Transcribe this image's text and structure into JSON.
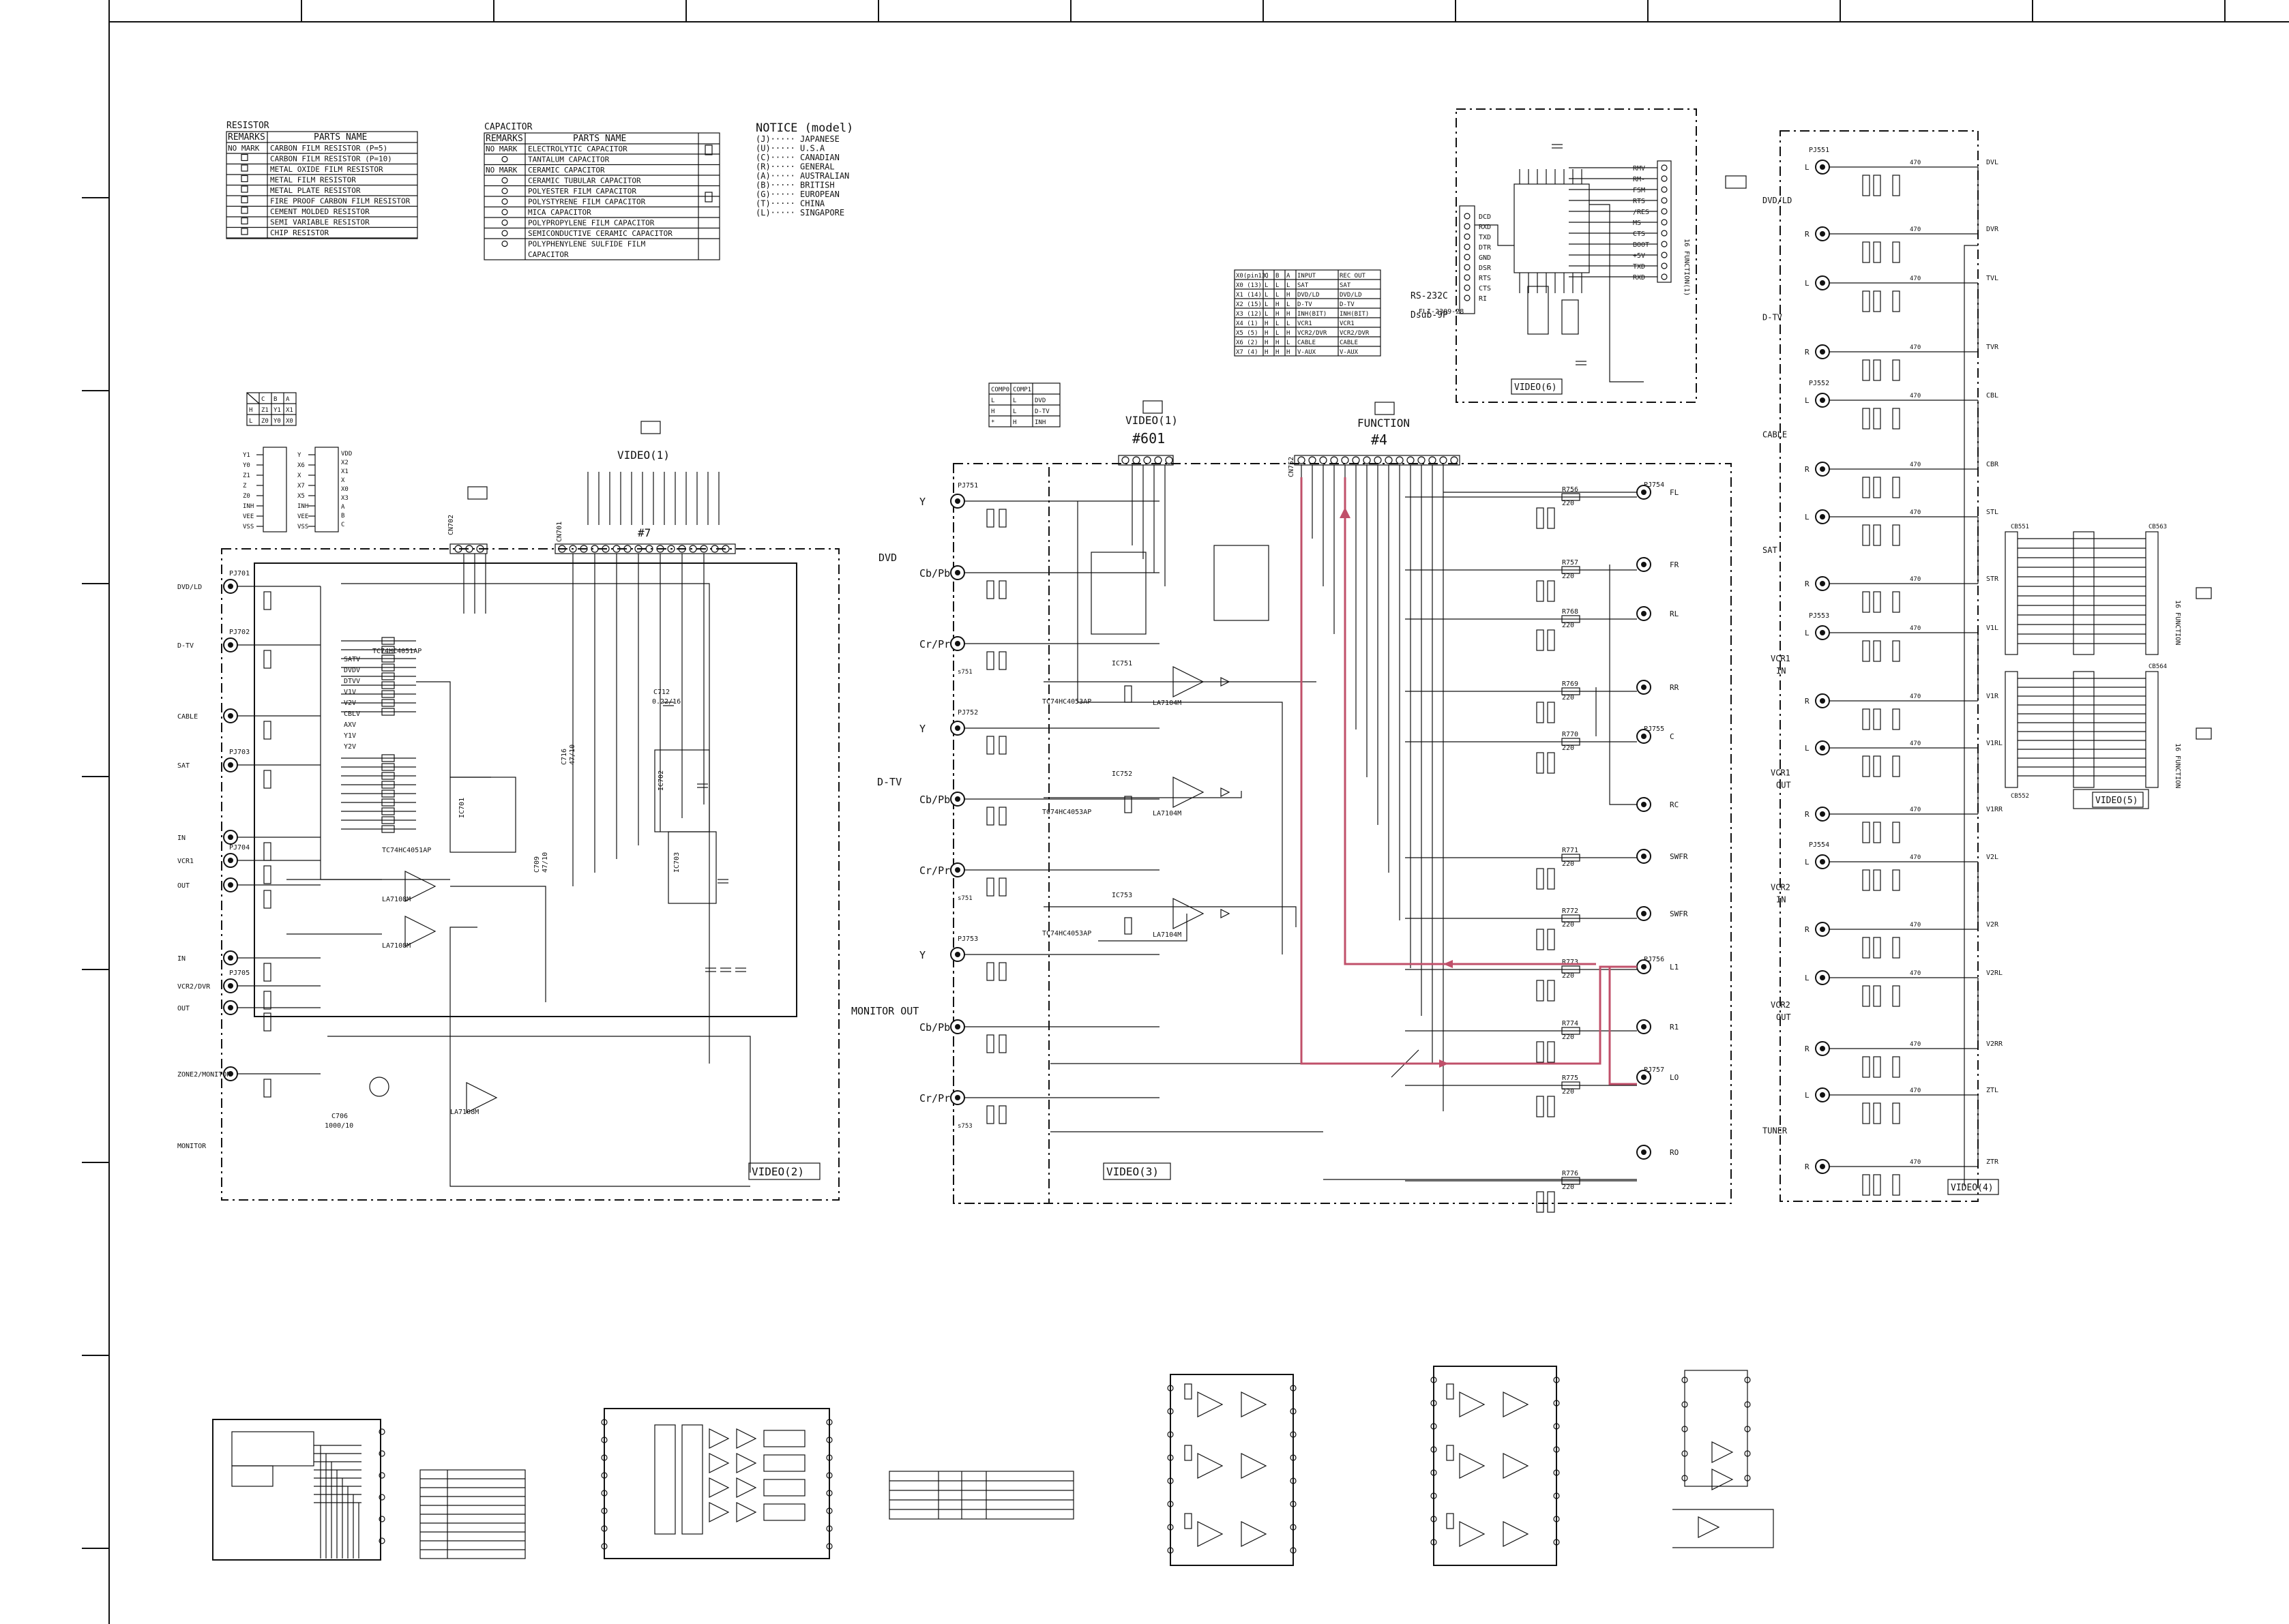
{
  "legend_resistor": {
    "title": "RESISTOR",
    "col_remarks": "REMARKS",
    "col_parts": "PARTS  NAME",
    "rows": [
      {
        "mark": "NO MARK",
        "name": "CARBON FILM RESISTOR  (P=5)"
      },
      {
        "mark": "",
        "name": "CARBON FILM RESISTOR  (P=10)"
      },
      {
        "mark": "",
        "name": "METAL OXIDE FILM RESISTOR"
      },
      {
        "mark": "",
        "name": "METAL FILM RESISTOR"
      },
      {
        "mark": "",
        "name": "METAL PLATE RESISTOR"
      },
      {
        "mark": "",
        "name": "FIRE PROOF CARBON FILM RESISTOR"
      },
      {
        "mark": "",
        "name": "CEMENT MOLDED RESISTOR"
      },
      {
        "mark": "",
        "name": "SEMI VARIABLE RESISTOR"
      },
      {
        "mark": "",
        "name": "CHIP RESISTOR"
      }
    ]
  },
  "legend_capacitor": {
    "title": "CAPACITOR",
    "col_remarks": "REMARKS",
    "col_parts": "PARTS  NAME",
    "rows": [
      {
        "mark": "NO MARK",
        "name": "ELECTROLYTIC CAPACITOR"
      },
      {
        "mark": "",
        "name": "TANTALUM CAPACITOR"
      },
      {
        "mark": "NO MARK",
        "name": "CERAMIC CAPACITOR"
      },
      {
        "mark": "",
        "name": "CERAMIC TUBULAR CAPACITOR"
      },
      {
        "mark": "",
        "name": "POLYESTER FILM CAPACITOR"
      },
      {
        "mark": "",
        "name": "POLYSTYRENE FILM CAPACITOR"
      },
      {
        "mark": "",
        "name": "MICA CAPACITOR"
      },
      {
        "mark": "",
        "name": "POLYPROPYLENE FILM CAPACITOR"
      },
      {
        "mark": "",
        "name": "SEMICONDUCTIVE CERAMIC CAPACITOR"
      },
      {
        "mark": "",
        "name": "POLYPHENYLENE SULFIDE FILM"
      },
      {
        "mark": "",
        "name": "CAPACITOR"
      }
    ]
  },
  "notice": {
    "title": "NOTICE  (model)",
    "lines": [
      "(J)····· JAPANESE",
      "(U)····· U.S.A",
      "(C)····· CANADIAN",
      "(R)····· GENERAL",
      "(A)····· AUSTRALIAN",
      "(B)····· BRITISH",
      "(G)····· EUROPEAN",
      "(T)····· CHINA",
      "(L)····· SINGAPORE"
    ]
  },
  "truth_table": {
    "header": [
      "X0(pin13)",
      "C",
      "B",
      "A",
      "INPUT",
      "REC OUT"
    ],
    "rows": [
      [
        "X0 (13)",
        "L",
        "L",
        "L",
        "SAT",
        "SAT"
      ],
      [
        "X1 (14)",
        "L",
        "L",
        "H",
        "DVD/LD",
        "DVD/LD"
      ],
      [
        "X2 (15)",
        "L",
        "H",
        "L",
        "D-TV",
        "D-TV"
      ],
      [
        "X3 (12)",
        "L",
        "H",
        "H",
        "INH(BIT)",
        "INH(BIT)"
      ],
      [
        "X4 (1)",
        "H",
        "L",
        "L",
        "VCR1",
        "VCR1"
      ],
      [
        "X5 (5)",
        "H",
        "L",
        "H",
        "VCR2/DVR",
        "VCR2/DVR"
      ],
      [
        "X6 (2)",
        "H",
        "H",
        "L",
        "CABLE",
        "CABLE"
      ],
      [
        "X7 (4)",
        "H",
        "H",
        "H",
        "V-AUX",
        "V-AUX"
      ]
    ]
  },
  "comp_table": {
    "header": [
      "COMP0",
      "COMP1",
      ""
    ],
    "rows": [
      [
        "L",
        "L",
        "DVD"
      ],
      [
        "H",
        "L",
        "D-TV"
      ],
      [
        "*",
        "H",
        "INH"
      ]
    ]
  },
  "small_table": {
    "header": [
      "",
      "C",
      "B",
      "A"
    ],
    "rows": [
      [
        "H",
        "Z1",
        "Y1",
        "X1"
      ],
      [
        "L",
        "Z0",
        "Y0",
        "X0"
      ]
    ]
  },
  "ic_pins_left": [
    "Y1",
    "Y0",
    "Z1",
    "Z",
    "Z0",
    "INH",
    "VEE",
    "VSS"
  ],
  "ic_pins_left2": [
    "Y",
    "X6",
    "X",
    "X7",
    "X5",
    "INH",
    "VEE",
    "VSS"
  ],
  "ic_pins_right": [
    "VDD",
    "X2",
    "X1",
    "X",
    "X0",
    "X3",
    "A",
    "B",
    "C"
  ],
  "video2": {
    "connector_title": "VIDEO(1)",
    "connector_num": "#7",
    "cn702": "CN702",
    "cn701": "CN701",
    "sheet_label": "VIDEO(2)",
    "inputs": [
      {
        "jack": "PJ701",
        "label": "DVD/LD"
      },
      {
        "jack": "PJ702",
        "label": "D-TV"
      },
      {
        "jack": "",
        "label": "CABLE"
      },
      {
        "jack": "PJ703",
        "label": "SAT"
      },
      {
        "jack": "",
        "label": "IN"
      },
      {
        "jack": "PJ704",
        "label": "VCR1"
      },
      {
        "jack": "",
        "label": "OUT"
      },
      {
        "jack": "",
        "label": "IN"
      },
      {
        "jack": "PJ705",
        "label": "VCR2/DVR"
      },
      {
        "jack": "",
        "label": "OUT"
      },
      {
        "jack": "",
        "label": "ZONE2/MONITOR"
      },
      {
        "jack": "",
        "label": "MONITOR"
      }
    ],
    "ic_labels": [
      "TC74HC4051AP",
      "IC701",
      "IC702",
      "IC703",
      "LA7108M",
      "TC74HC4051AP"
    ],
    "cap_labels": [
      "C712",
      "0.22/16",
      "C716",
      "47/10",
      "C709",
      "47/10",
      "C706",
      "1000/10"
    ],
    "net_labels": [
      "SATV",
      "DVDV",
      "DTVV",
      "V1V",
      "V2V",
      "CBLV",
      "AXV",
      "Y1V",
      "Y2V"
    ]
  },
  "video3": {
    "connector_title": "VIDEO(1)",
    "connector_num": "#601",
    "sheet_label": "VIDEO(3)",
    "groups": [
      {
        "name": "DVD",
        "jack": "PJ751",
        "pins": [
          "Y",
          "Cb/Pb",
          "Cr/Pr"
        ]
      },
      {
        "name": "D-TV",
        "jack": "PJ752",
        "pins": [
          "Y",
          "Cb/Pb",
          "Cr/Pr"
        ]
      },
      {
        "name": "MONITOR OUT",
        "jack": "PJ753",
        "pins": [
          "Y",
          "Cb/Pb",
          "Cr/Pr"
        ]
      }
    ],
    "ic_labels": [
      "IC751",
      "IC752",
      "IC753",
      "LA7104M",
      "TC74HC4053AP"
    ],
    "switches": [
      "s751",
      "s751",
      "s753"
    ]
  },
  "function4": {
    "title": "FUNCTION",
    "num": "#4",
    "cn": "CN752",
    "outputs": [
      {
        "jack": "PJ754",
        "pins": [
          "FL",
          "FR"
        ]
      },
      {
        "jack": "",
        "pins": [
          "RL",
          "RR"
        ]
      },
      {
        "jack": "PJ755",
        "pins": [
          "C",
          "RC"
        ]
      },
      {
        "jack": "",
        "pins": [
          "SWFR",
          "SWFR"
        ]
      },
      {
        "jack": "PJ756",
        "pins": [
          "L1",
          "R1"
        ]
      },
      {
        "jack": "PJ757",
        "pins": [
          "LO",
          "RO"
        ]
      }
    ],
    "resistors": [
      "R756",
      "R757",
      "R768",
      "R769",
      "R770",
      "R771",
      "R772",
      "R773",
      "R774",
      "R775",
      "R776"
    ],
    "resistor_value": "220"
  },
  "video6": {
    "title": "RS-232C",
    "subtitle": "Dsub-9P",
    "part": "FLI-2309-28",
    "sheet_label": "VIDEO(6)",
    "left_pins": [
      "DCD",
      "RXD",
      "TXD",
      "DTR",
      "GND",
      "DSR",
      "RTS",
      "CTS",
      "RI"
    ],
    "right_pins": [
      "RMV",
      "RM-",
      "FSM",
      "RTS",
      "/RES",
      "MS",
      "CTS",
      "BOOT",
      "+5V",
      "TXD",
      "RXD"
    ],
    "connector": "16 FUNCTION(1)"
  },
  "video4": {
    "sheet_label": "VIDEO(4)",
    "inputs": [
      {
        "jack": "PJ551",
        "label": "DVD/LD"
      },
      {
        "jack": "",
        "label": "D-TV"
      },
      {
        "jack": "PJ552",
        "label": "CABLE"
      },
      {
        "jack": "",
        "label": "SAT"
      },
      {
        "jack": "PJ553",
        "label": "VCR1 IN"
      },
      {
        "jack": "",
        "label": "VCR1 OUT"
      },
      {
        "jack": "PJ554",
        "label": "VCR2 IN"
      },
      {
        "jack": "",
        "label": "VCR2 OUT"
      },
      {
        "jack": "",
        "label": "TUNER"
      }
    ],
    "net_labels": [
      "DVL",
      "DVR",
      "TVL",
      "TVR",
      "CBL",
      "CBR",
      "STL",
      "STR",
      "V1L",
      "V1R",
      "V1RL",
      "V1RR",
      "V2L",
      "V2R",
      "V2RL",
      "V2RR",
      "ZTL",
      "ZTR"
    ],
    "connectors": [
      "CB551",
      "CB552",
      "CB563",
      "CB564"
    ],
    "video5": "VIDEO(5)",
    "function_conn": "16 FUNCTION",
    "resistor_value": "470"
  }
}
